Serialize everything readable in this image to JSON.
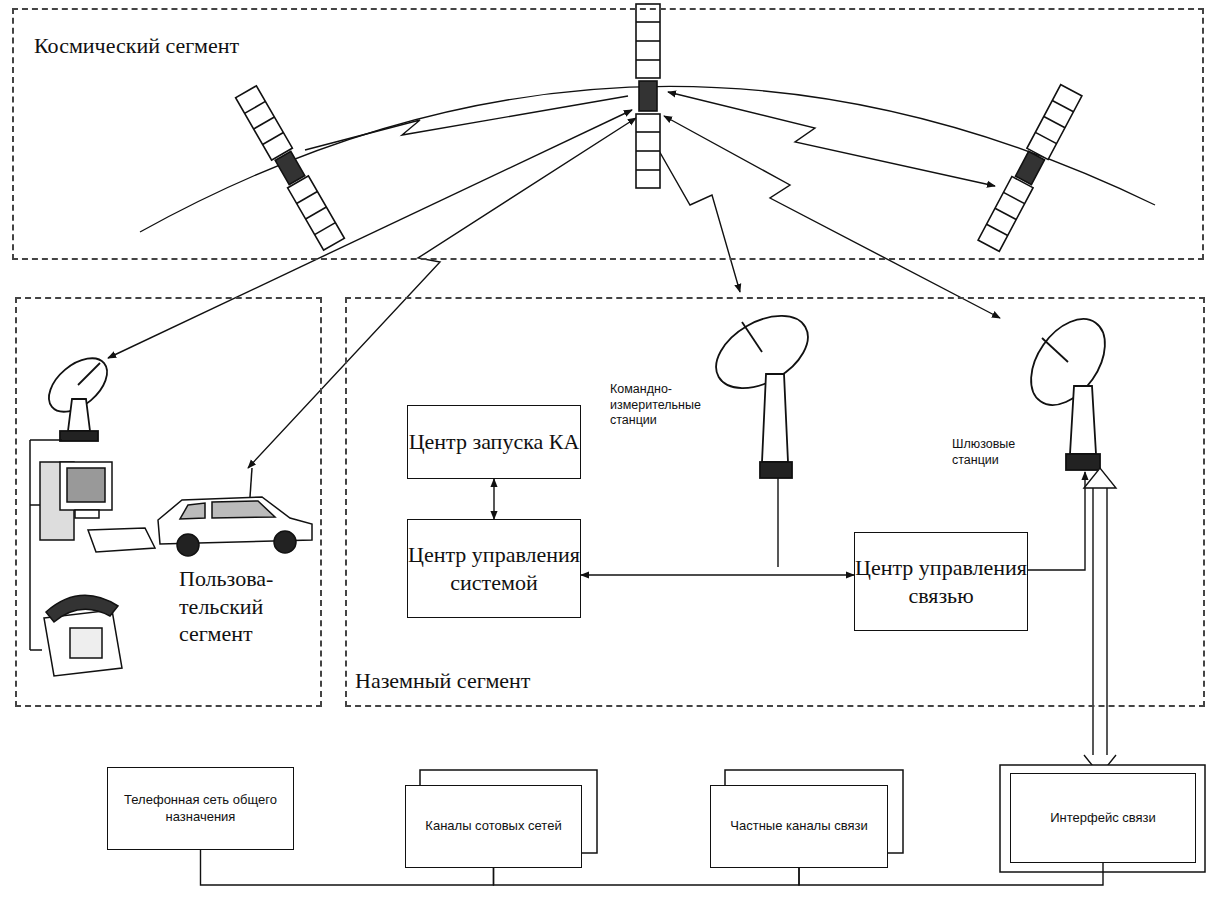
{
  "diagram": {
    "nodes": [
      {
        "text": [
          "Космический сегмент"
        ]
      },
      {
        "text": [
          "Пользова- тельский сегмент"
        ]
      },
      {
        "text": [
          "Наземный сегмент"
        ]
      },
      {
        "text": [
          "Центр запуска КА"
        ],
        "in": 2
      },
      {
        "text": [
          "Центр управления системой"
        ],
        "in": 2
      },
      {
        "text": [
          "Центр управления связью"
        ],
        "in": 2
      },
      {
        "text": [
          "Телефонная сеть общего назначения"
        ]
      },
      {
        "text": [
          "Каналы сотовых сетей"
        ]
      },
      {
        "text": [
          "Частные каналы связи"
        ]
      },
      {
        "text": [
          "Интерфейс связи"
        ]
      }
    ],
    "edges": [
      {
        "from": 3,
        "to": 4,
        "arrow": "both"
      },
      {
        "from": 4,
        "to": 5,
        "arrow": "both"
      },
      {
        "from": 6,
        "to": 7,
        "arrow": "none"
      },
      {
        "from": 7,
        "to": 8,
        "arrow": "none"
      },
      {
        "from": 8,
        "to": 9,
        "arrow": "none"
      }
    ],
    "labels": [
      "Командно- измерительные станции",
      "Шлюзовые станции"
    ]
  }
}
